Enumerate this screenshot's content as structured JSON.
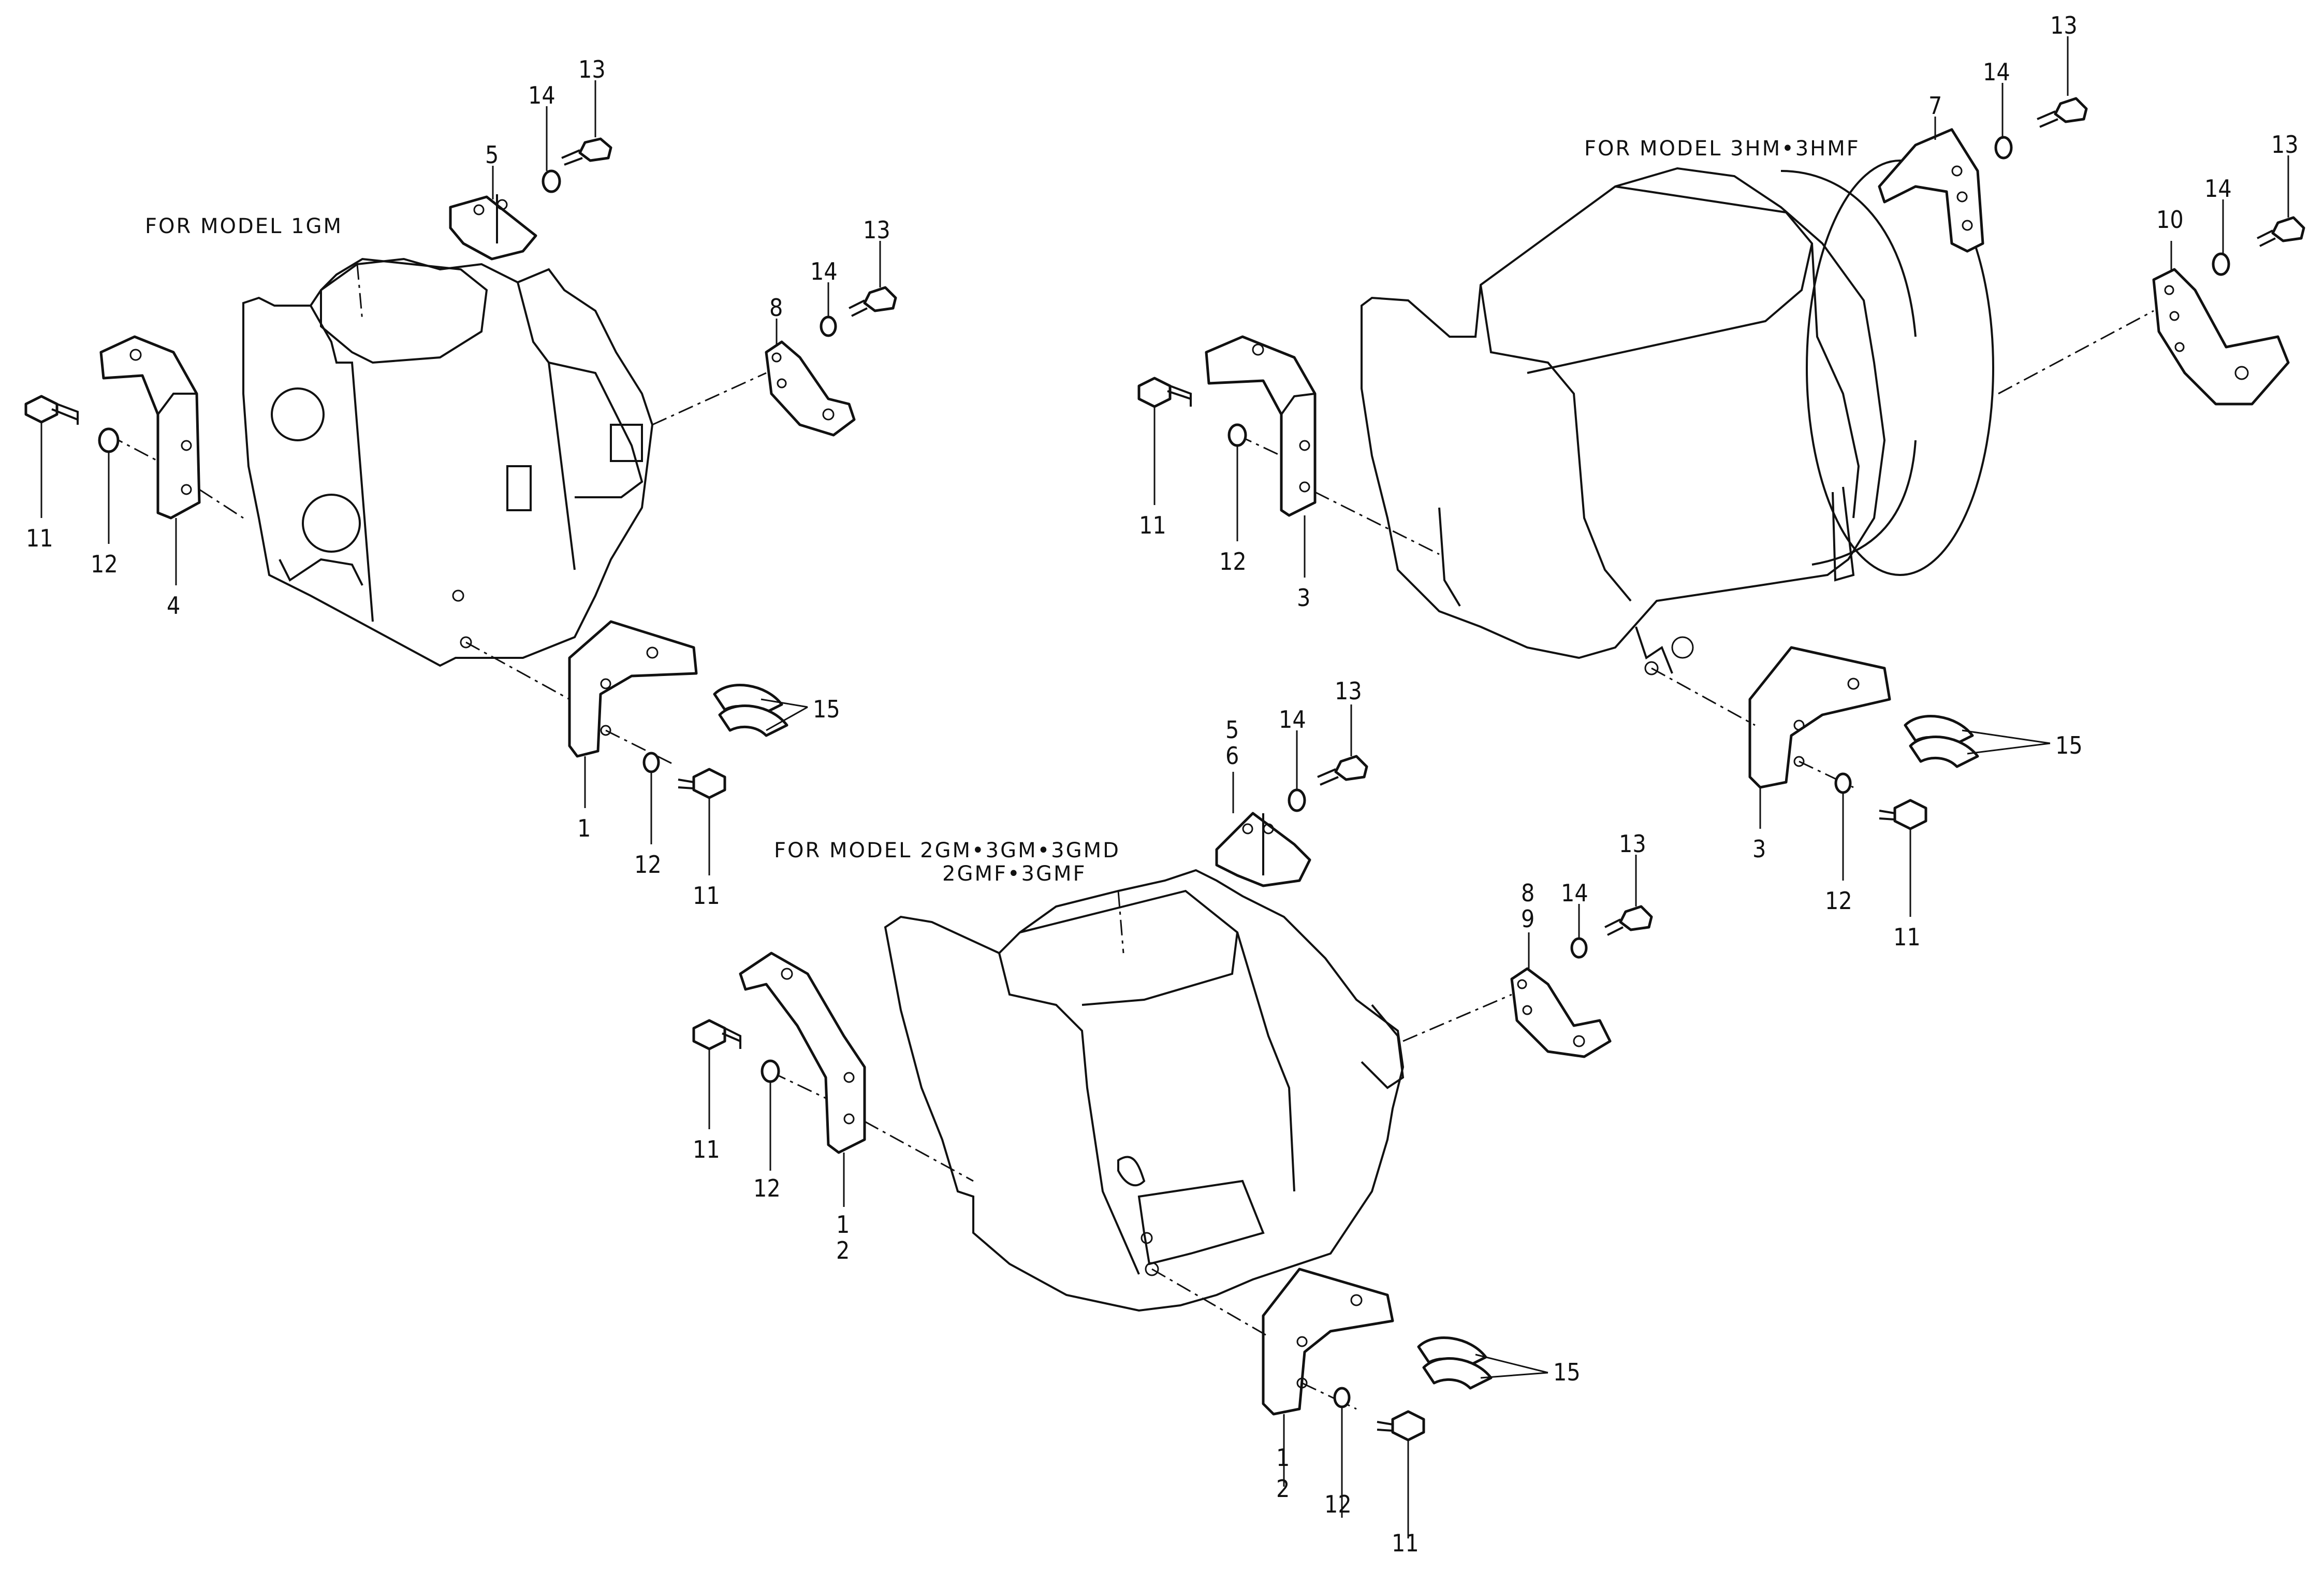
{
  "titles": {
    "model_1gm": "FOR MODEL 1GM",
    "model_3hm": "FOR MODEL 3HM•3HMF",
    "model_2gm_line1": "FOR MODEL 2GM•3GM•3GMD",
    "model_2gm_line2": "2GMF•3GMF"
  },
  "labels": {
    "a_5": "5",
    "a_14a": "14",
    "a_13a": "13",
    "a_8": "8",
    "a_14b": "14",
    "a_13b": "13",
    "a_11a": "11",
    "a_12a": "12",
    "a_4": "4",
    "a_1": "1",
    "a_12b": "12",
    "a_11b": "11",
    "a_15": "15",
    "b_7": "7",
    "b_14a": "14",
    "b_13a": "13",
    "b_10": "10",
    "b_14b": "14",
    "b_13b": "13",
    "b_11a": "11",
    "b_12a": "12",
    "b_3a": "3",
    "b_3b": "3",
    "b_12b": "12",
    "b_11b": "11",
    "b_15": "15",
    "c_5": "5",
    "c_6": "6",
    "c_14a": "14",
    "c_13a": "13",
    "c_8": "8",
    "c_9": "9",
    "c_14b": "14",
    "c_13b": "13",
    "c_11a": "11",
    "c_12a": "12",
    "c_1a": "1",
    "c_2a": "2",
    "c_1b": "1",
    "c_2b": "2",
    "c_12b": "12",
    "c_11b": "11",
    "c_15": "15"
  }
}
